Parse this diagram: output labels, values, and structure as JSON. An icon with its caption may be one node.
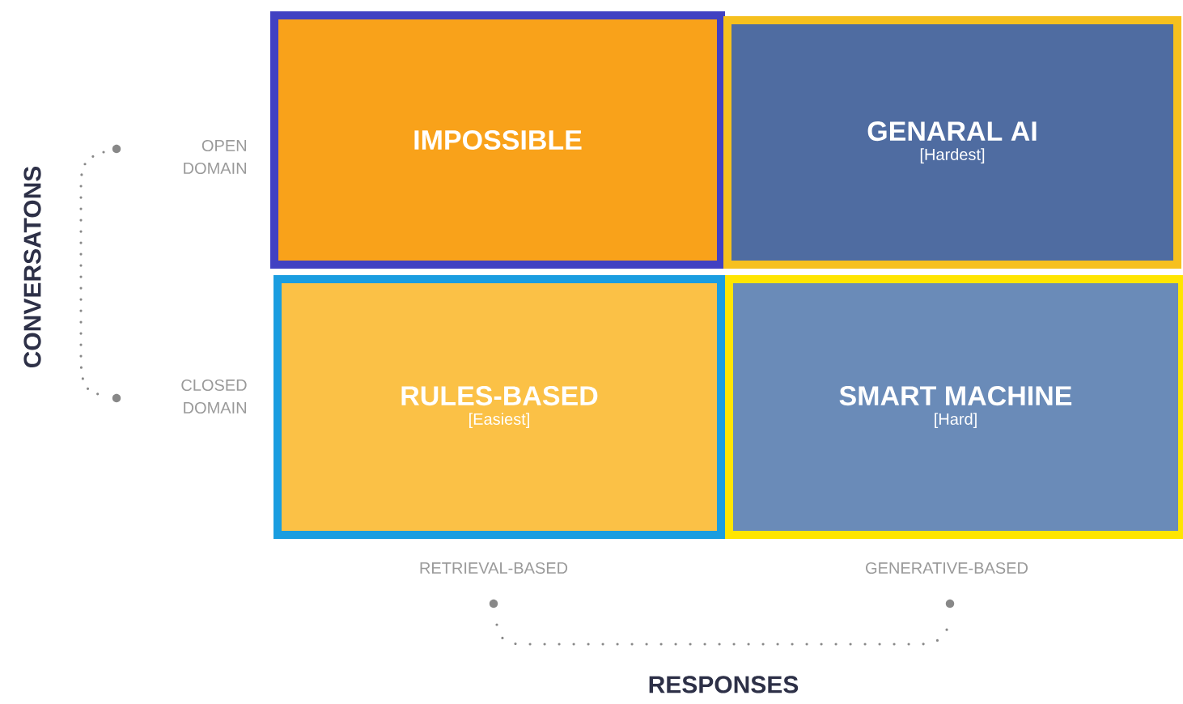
{
  "diagram": {
    "nodes": [
      {
        "text": [
          "IMPOSSIBLE"
        ]
      },
      {
        "text": [
          "GENARAL AI",
          "[Hardest]"
        ]
      },
      {
        "text": [
          "RULES-BASED",
          "[Easiest]"
        ]
      },
      {
        "text": [
          "SMART MACHINE",
          "[Hard]"
        ]
      }
    ],
    "labels": [
      "CONVERSATONS",
      "OPEN DOMAIN",
      "CLOSED DOMAIN",
      "RETRIEVAL-BASED",
      "GENERATIVE-BASED",
      "RESPONSES"
    ]
  }
}
